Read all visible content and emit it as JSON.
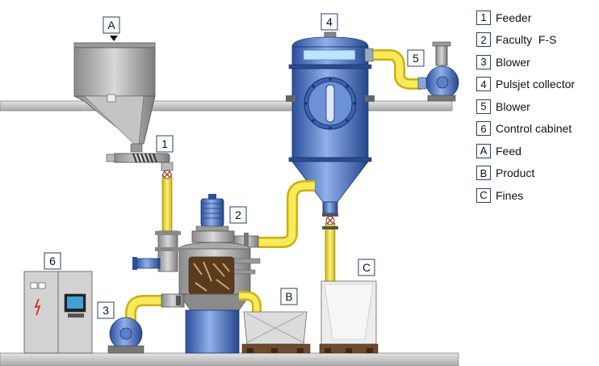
{
  "tags": {
    "feed": "A",
    "product": "B",
    "fines": "C",
    "feeder": "1",
    "faculty": "2",
    "blower_main": "3",
    "collector": "4",
    "blower_exhaust": "5",
    "control_cabinet": "6"
  },
  "legend": [
    {
      "key": "1",
      "label": "Feeder"
    },
    {
      "key": "2",
      "label": "Faculty  F-S"
    },
    {
      "key": "3",
      "label": "Blower"
    },
    {
      "key": "4",
      "label": "Pulsjet collector"
    },
    {
      "key": "5",
      "label": "Blower"
    },
    {
      "key": "6",
      "label": "Control cabinet"
    },
    {
      "key": "A",
      "label": "Feed"
    },
    {
      "key": "B",
      "label": "Product"
    },
    {
      "key": "C",
      "label": "Fines"
    }
  ],
  "colors": {
    "pipe_yellow": "#f5e23a",
    "vessel_blue": "#3f6fc4",
    "steel_grey": "#b4b4b4",
    "floor_grey": "#c9c9c9",
    "tag_border": "#2a3f6e"
  }
}
